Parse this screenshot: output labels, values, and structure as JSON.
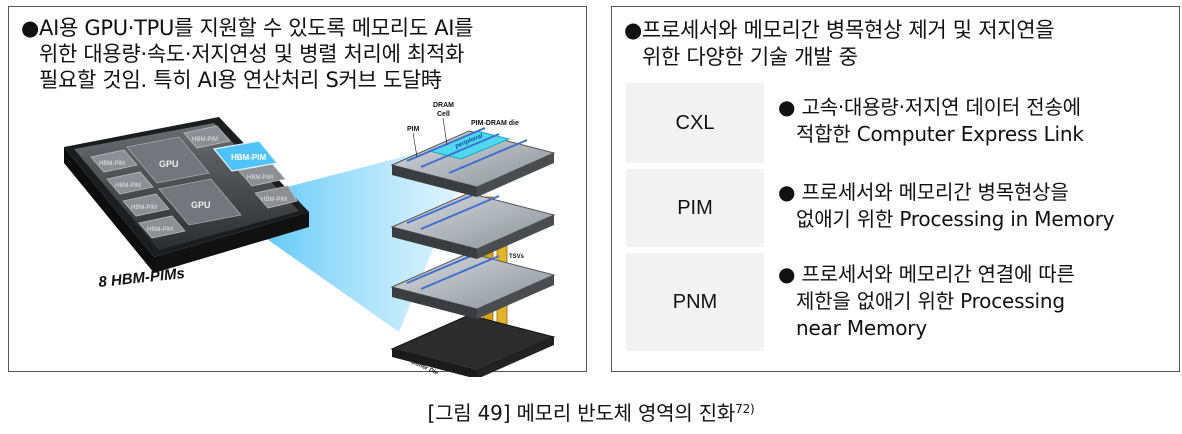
{
  "left_panel": {
    "bullet": "●",
    "lines": [
      "AI용 GPU·TPU를 지원할 수 있도록 메모리도 AI를",
      "위한 대용량·속도·저지연성 및 병렬 처리에 최적화",
      "필요할 것임. 특히 AI용 연산처리 S커브 도달時"
    ],
    "chip": {
      "hbm_pim_label": "HBM-PIM",
      "gpu_label": "GPU",
      "highlight_label": "HBM-PIM",
      "caption": "8 HBM-PIMs"
    },
    "stack_labels": {
      "pim": "PIM",
      "dram_cell": [
        "DRAM",
        "Cell"
      ],
      "pim_dram_die": "PIM-DRAM die",
      "peripheral": "peripheral",
      "tsvs": "TSVs",
      "buffer_die": "Buffer Die"
    }
  },
  "right_panel": {
    "bullet": "●",
    "intro": [
      "프로세서와 메모리간 병목현상 제거 및 저지연을",
      "위한 다양한 기술 개발 중"
    ],
    "techs": [
      {
        "name": "CXL",
        "desc": [
          "고속·대용량·저지연 데이터 전송에",
          "적합한 Computer Express Link"
        ]
      },
      {
        "name": "PIM",
        "desc": [
          "프로세서와 메모리간 병목현상을",
          "없애기 위한 Processing in Memory"
        ]
      },
      {
        "name": "PNM",
        "desc": [
          "프로세서와 메모리간 연결에 따른",
          "제한을 없애기 위한 Processing",
          "near Memory"
        ]
      }
    ]
  },
  "caption": {
    "text": "[그림 49] 메모리 반도체 영역의 진화",
    "footnote": "72)"
  }
}
